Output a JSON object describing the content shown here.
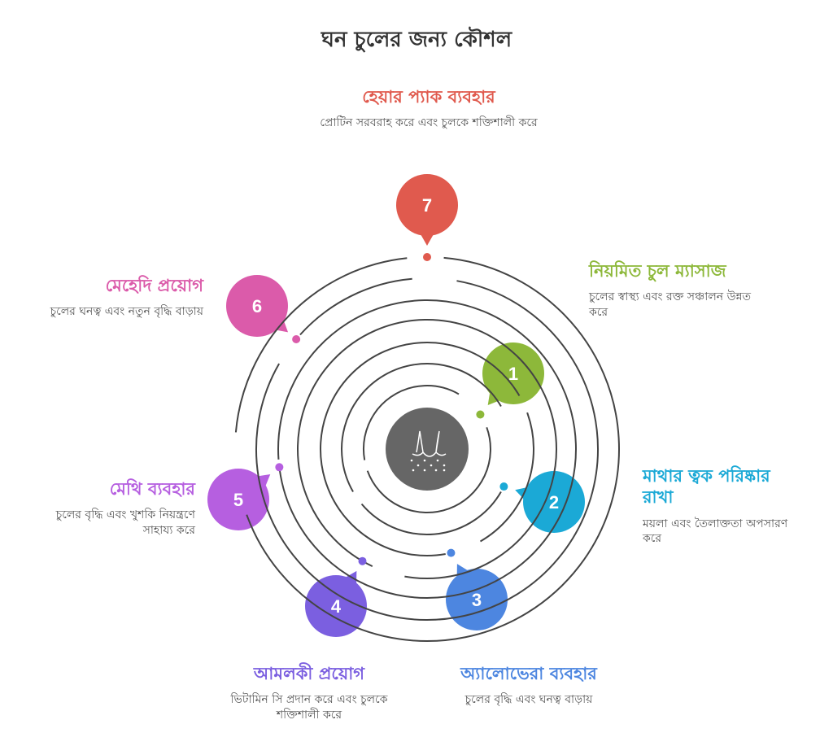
{
  "title": "ঘন চুলের জন্য কৌশল",
  "center_icon": "hair-follicle-icon",
  "steps": [
    {
      "num": "1",
      "title": "নিয়মিত চুল ম্যাসাজ",
      "desc": "চুলের স্বাস্থ্য এবং রক্ত সঞ্চালন উন্নত করে",
      "color": "#8DB83A"
    },
    {
      "num": "2",
      "title": "মাথার ত্বক পরিষ্কার রাখা",
      "desc": "ময়লা এবং তৈলাক্ততা অপসারণ করে",
      "color": "#1BA9D6"
    },
    {
      "num": "3",
      "title": "অ্যালোভেরা ব্যবহার",
      "desc": "চুলের বৃদ্ধি এবং ঘনত্ব বাড়ায়",
      "color": "#4D86E0"
    },
    {
      "num": "4",
      "title": "আমলকী প্রয়োগ",
      "desc": "ভিটামিন সি প্রদান করে এবং চুলকে শক্তিশালী করে",
      "color": "#7B5FE0"
    },
    {
      "num": "5",
      "title": "মেথি ব্যবহার",
      "desc": "চুলের বৃদ্ধি এবং খুশকি নিয়ন্ত্রণে সাহায্য করে",
      "color": "#B65FE0"
    },
    {
      "num": "6",
      "title": "মেহেদি প্রয়োগ",
      "desc": "চুলের ঘনত্ব এবং নতুন বৃদ্ধি বাড়ায়",
      "color": "#DB5BAA"
    },
    {
      "num": "7",
      "title": "হেয়ার প্যাক ব্যবহার",
      "desc": "প্রোটিন সরবরাহ করে এবং চুলকে শক্তিশালী করে",
      "color": "#E05A4E"
    }
  ]
}
